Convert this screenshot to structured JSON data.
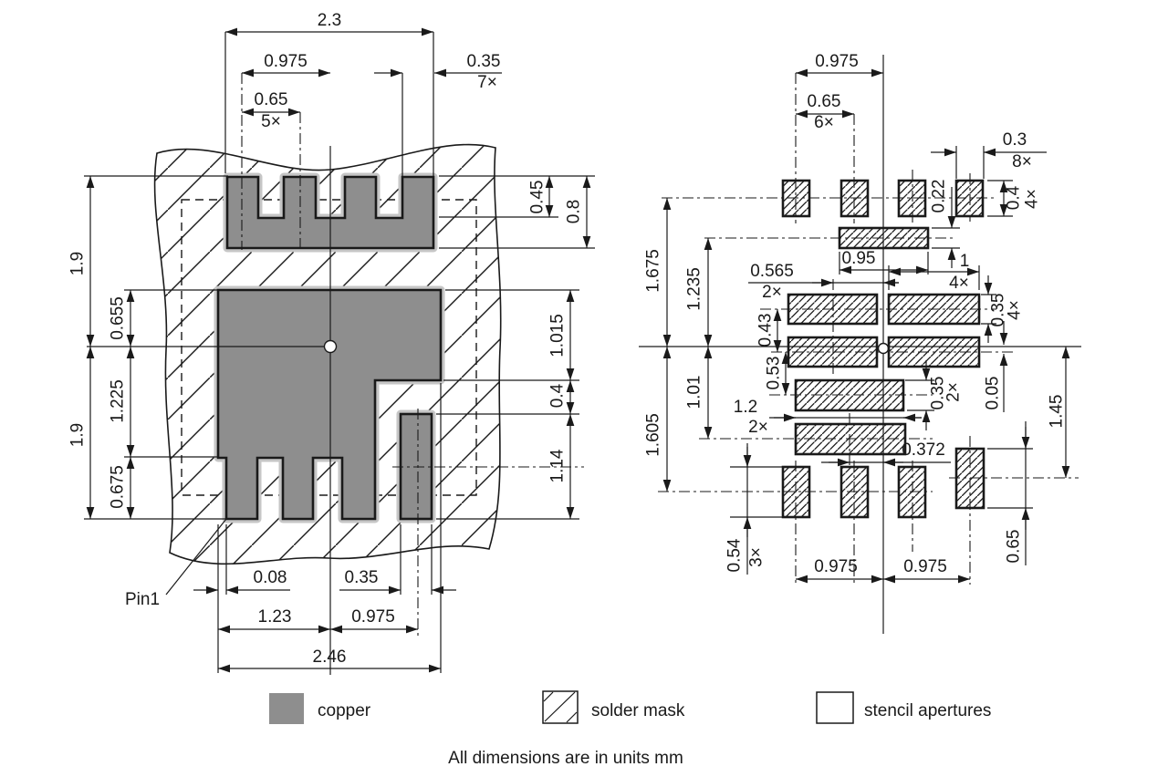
{
  "drawing": {
    "footer": "All dimensions are in units mm",
    "legend": {
      "copper": "copper",
      "solder_mask": "solder mask",
      "stencil": "stencil apertures"
    },
    "colors": {
      "copper": "#8e8e8e",
      "mask_halo": "#c6c6c6",
      "line": "#1a1a1a"
    },
    "left": {
      "pin1": "Pin1",
      "top_width": "2.3",
      "pad_center": "0.975",
      "pin_pitch": "0.65",
      "pin_pitch_n": "5×",
      "pin_w": "0.35",
      "pin_w_n": "7×",
      "notch_depth": "0.45",
      "top_h": "0.8",
      "half_top": "1.9",
      "half_bot": "1.9",
      "pad_top_off": "0.655",
      "pad_bot_off": "1.225",
      "foot_off": "0.675",
      "right_top": "1.015",
      "step_gap": "0.4",
      "side_h": "1.14",
      "pin1_off": "0.08",
      "side_w": "0.35",
      "left_w": "1.23",
      "side_c": "0.975",
      "total_w": "2.46"
    },
    "right": {
      "col": "0.975",
      "pitch": "0.65",
      "pitch_n": "6×",
      "ap_w": "0.3",
      "ap_w_n": "8×",
      "ap_h": "0.4",
      "ap_h_n": "4×",
      "bar_h": "0.22",
      "bar_w": "0.95",
      "wide_w": "1",
      "wide_w_n": "4×",
      "wide_off": "0.565",
      "wide_off_n": "2×",
      "wide_h": "0.35",
      "wide_h_n": "4×",
      "gap_a": "0.43",
      "gap_b": "0.53",
      "up_out": "1.675",
      "up_in": "1.235",
      "lo_out": "1.605",
      "lo_in": "1.01",
      "mid_w": "1.2",
      "mid_w_n": "2×",
      "mid_h": "0.35",
      "mid_h_n": "2×",
      "off": "0.05",
      "right_ext": "1.45",
      "mid_off": "0.372",
      "bot_h": "0.54",
      "bot_h_n": "3×",
      "bot_l": "0.975",
      "bot_r": "0.975",
      "tall_h": "0.65"
    }
  }
}
